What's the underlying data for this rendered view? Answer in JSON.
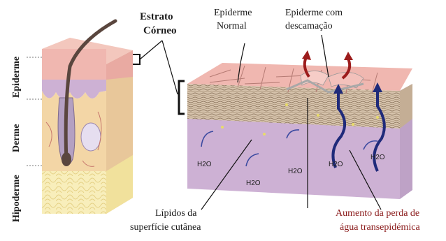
{
  "labels": {
    "estrato_line1": "Estrato",
    "estrato_line2": "Córneo",
    "epiderme_normal_line1": "Epiderme",
    "epiderme_normal_line2": "Normal",
    "descamacao_line1": "Epiderme com",
    "descamacao_line2": "descamação",
    "lipidos_line1": "Lípidos da",
    "lipidos_line2": "superfície cutânea",
    "aumento_line1": "Aumento da perda de",
    "aumento_line2": "água transepidémica",
    "layer_epiderme": "Epiderme",
    "layer_derme": "Derme",
    "layer_hipoderme": "Hipoderme",
    "h2o": "H2O"
  },
  "colors": {
    "epidermis_pink": "#f0b7b0",
    "dermis_purple": "#cdb1d4",
    "dermis_tan": "#f3d6a6",
    "hypodermis_yellow": "#f7ecb3",
    "stratum_brown": "#cfbba4",
    "hair": "#5a463e",
    "arrow_red": "#9c1c1c",
    "arrow_blue": "#1f2a7a"
  }
}
